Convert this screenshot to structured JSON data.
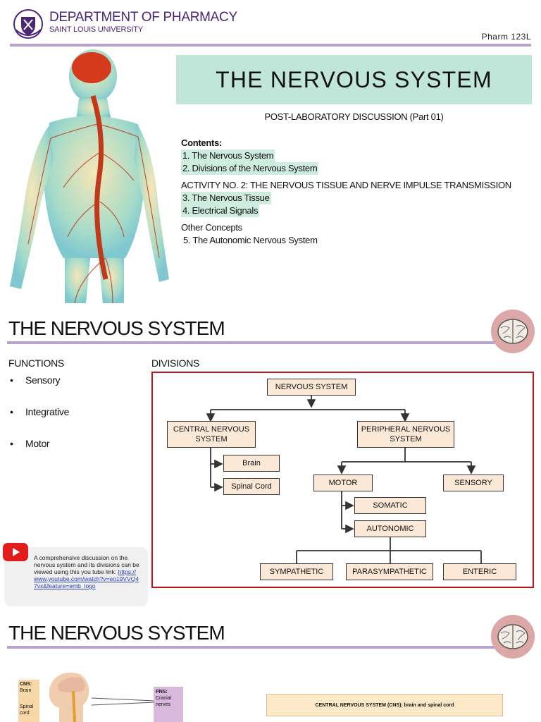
{
  "header": {
    "department": "DEPARTMENT OF PHARMACY",
    "university": "SAINT LOUIS UNIVERSITY",
    "course_code": "Pharm 123L"
  },
  "hero": {
    "title": "THE NERVOUS SYSTEM",
    "subtitle": "POST-LABORATORY DISCUSSION (Part 01)",
    "contents_label": "Contents:",
    "items": [
      "1. The Nervous System",
      "2. Divisions of the Nervous System"
    ],
    "activity_label": "ACTIVITY NO. 2: THE NERVOUS TISSUE AND NERVE IMPULSE TRANSMISSION",
    "activity_items": [
      "3. The Nervous Tissue",
      "4. Electrical Signals"
    ],
    "other_label": "Other Concepts",
    "other_items": [
      "5. The Autonomic Nervous System"
    ]
  },
  "section1": {
    "title": "THE NERVOUS SYSTEM",
    "functions_label": "FUNCTIONS",
    "functions": [
      "Sensory",
      "Integrative",
      "Motor"
    ],
    "divisions_label": "DIVISIONS",
    "diagram": {
      "root": "NERVOUS SYSTEM",
      "cns": "CENTRAL NERVOUS SYSTEM",
      "pns": "PERIPHERAL NERVOUS SYSTEM",
      "brain": "Brain",
      "spinal_cord": "Spinal Cord",
      "motor": "MOTOR",
      "sensory": "SENSORY",
      "somatic": "SOMATIC",
      "autonomic": "AUTONOMIC",
      "sympathetic": "SYMPATHETIC",
      "parasympathetic": "PARASYMPATHETIC",
      "enteric": "ENTERIC"
    },
    "video_note": "A comprehensive discussion on the nervous system and its divisions can be viewed using this you tube link:",
    "video_link": "https://www.youtube.com/watch?v=eo19VVQ47vx&feature=emb_logo"
  },
  "section2": {
    "title": "THE NERVOUS SYSTEM",
    "cns_label": "CNS:",
    "cns_brain": "Brain",
    "cns_spinal": "Spinal cord",
    "pns_label": "PNS:",
    "pns_cranial": "Cranial nerves",
    "cns_bar": "CENTRAL NERVOUS SYSTEM (CNS): brain and spinal cord"
  },
  "colors": {
    "purple": "#4b2674",
    "rule": "#b8a2cf",
    "mint": "#bfe6d8",
    "node_fill": "#fbe8d6",
    "frame_red": "#c0161c",
    "badge": "#dca7a7"
  }
}
